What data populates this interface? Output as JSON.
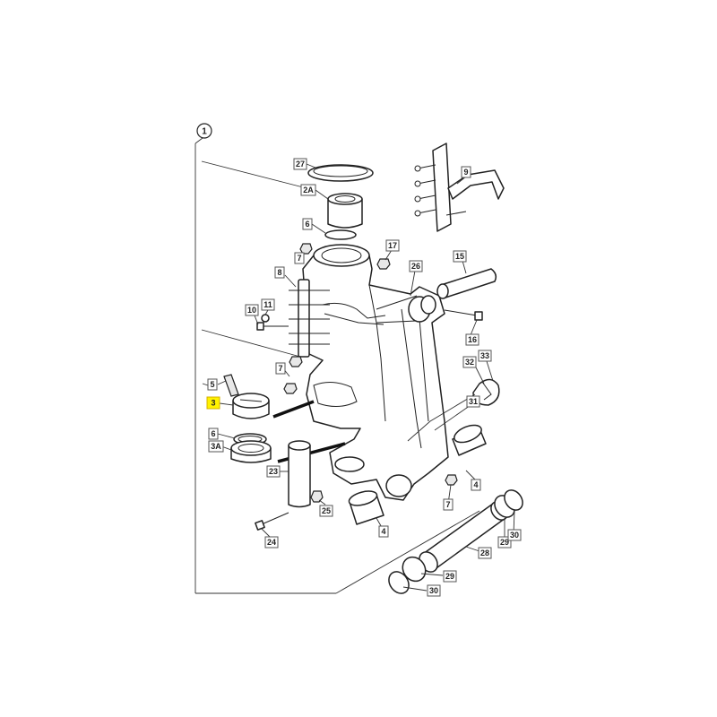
{
  "figure_ref": "1",
  "highlight_color": "#fff200",
  "labels": {
    "l27": "27",
    "l2a": "2A",
    "l6a": "6",
    "l9": "9",
    "l17": "17",
    "l26": "26",
    "l15": "15",
    "l8": "8",
    "l7a": "7",
    "l11": "11",
    "l10": "10",
    "l16": "16",
    "l7b": "7",
    "l32": "32",
    "l33": "33",
    "l5": "5",
    "l3": "3",
    "l31": "31",
    "l6b": "6",
    "l3a": "3A",
    "l23": "23",
    "l4a": "4",
    "l7c": "7",
    "l25": "25",
    "l24": "24",
    "l4b": "4",
    "l29a": "29",
    "l30a": "30",
    "l28": "28",
    "l29b": "29",
    "l30b": "30"
  }
}
